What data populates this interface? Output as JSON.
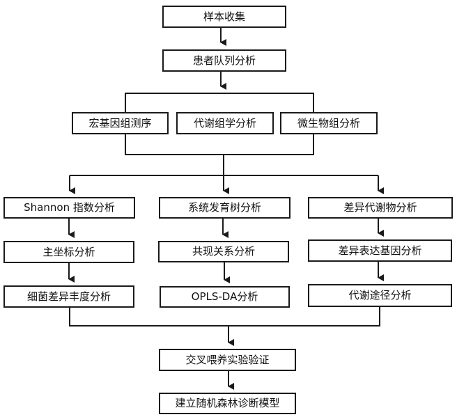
{
  "diagram": {
    "type": "flowchart",
    "line_color": "#1a1a1a",
    "box_border_color": "#1a1a1a",
    "background": "#ffffff",
    "nodes": {
      "sample_collection": "样本收集",
      "cohort_analysis": "患者队列分析",
      "metagenome_sequencing": "宏基因组测序",
      "metabolomics_analysis": "代谢组学分析",
      "microbiome_analysis": "微生物组分析",
      "shannon_index": "Shannon 指数分析",
      "phylogenetic_tree": "系统发育树分析",
      "differential_metabolites": "差异代谢物分析",
      "pcoa": "主坐标分析",
      "cooccurrence": "共现关系分析",
      "differential_expression": "差异表达基因分析",
      "bacterial_abundance": "细菌差异丰度分析",
      "opls_da": "OPLS-DA分析",
      "metabolic_pathway": "代谢途径分析",
      "cross_feeding": "交叉喂养实验验证",
      "random_forest": "建立随机森林诊断模型"
    },
    "edges": [
      [
        "sample_collection",
        "cohort_analysis"
      ],
      [
        "cohort_analysis",
        "metagenome_sequencing"
      ],
      [
        "cohort_analysis",
        "metabolomics_analysis"
      ],
      [
        "cohort_analysis",
        "microbiome_analysis"
      ],
      [
        "metagenome_sequencing",
        "shannon_index"
      ],
      [
        "metabolomics_analysis",
        "phylogenetic_tree"
      ],
      [
        "microbiome_analysis",
        "differential_metabolites"
      ],
      [
        "shannon_index",
        "pcoa"
      ],
      [
        "pcoa",
        "bacterial_abundance"
      ],
      [
        "phylogenetic_tree",
        "cooccurrence"
      ],
      [
        "cooccurrence",
        "opls_da"
      ],
      [
        "differential_metabolites",
        "differential_expression"
      ],
      [
        "differential_expression",
        "metabolic_pathway"
      ],
      [
        "bacterial_abundance",
        "cross_feeding"
      ],
      [
        "opls_da",
        "cross_feeding"
      ],
      [
        "metabolic_pathway",
        "cross_feeding"
      ],
      [
        "cross_feeding",
        "random_forest"
      ]
    ]
  }
}
